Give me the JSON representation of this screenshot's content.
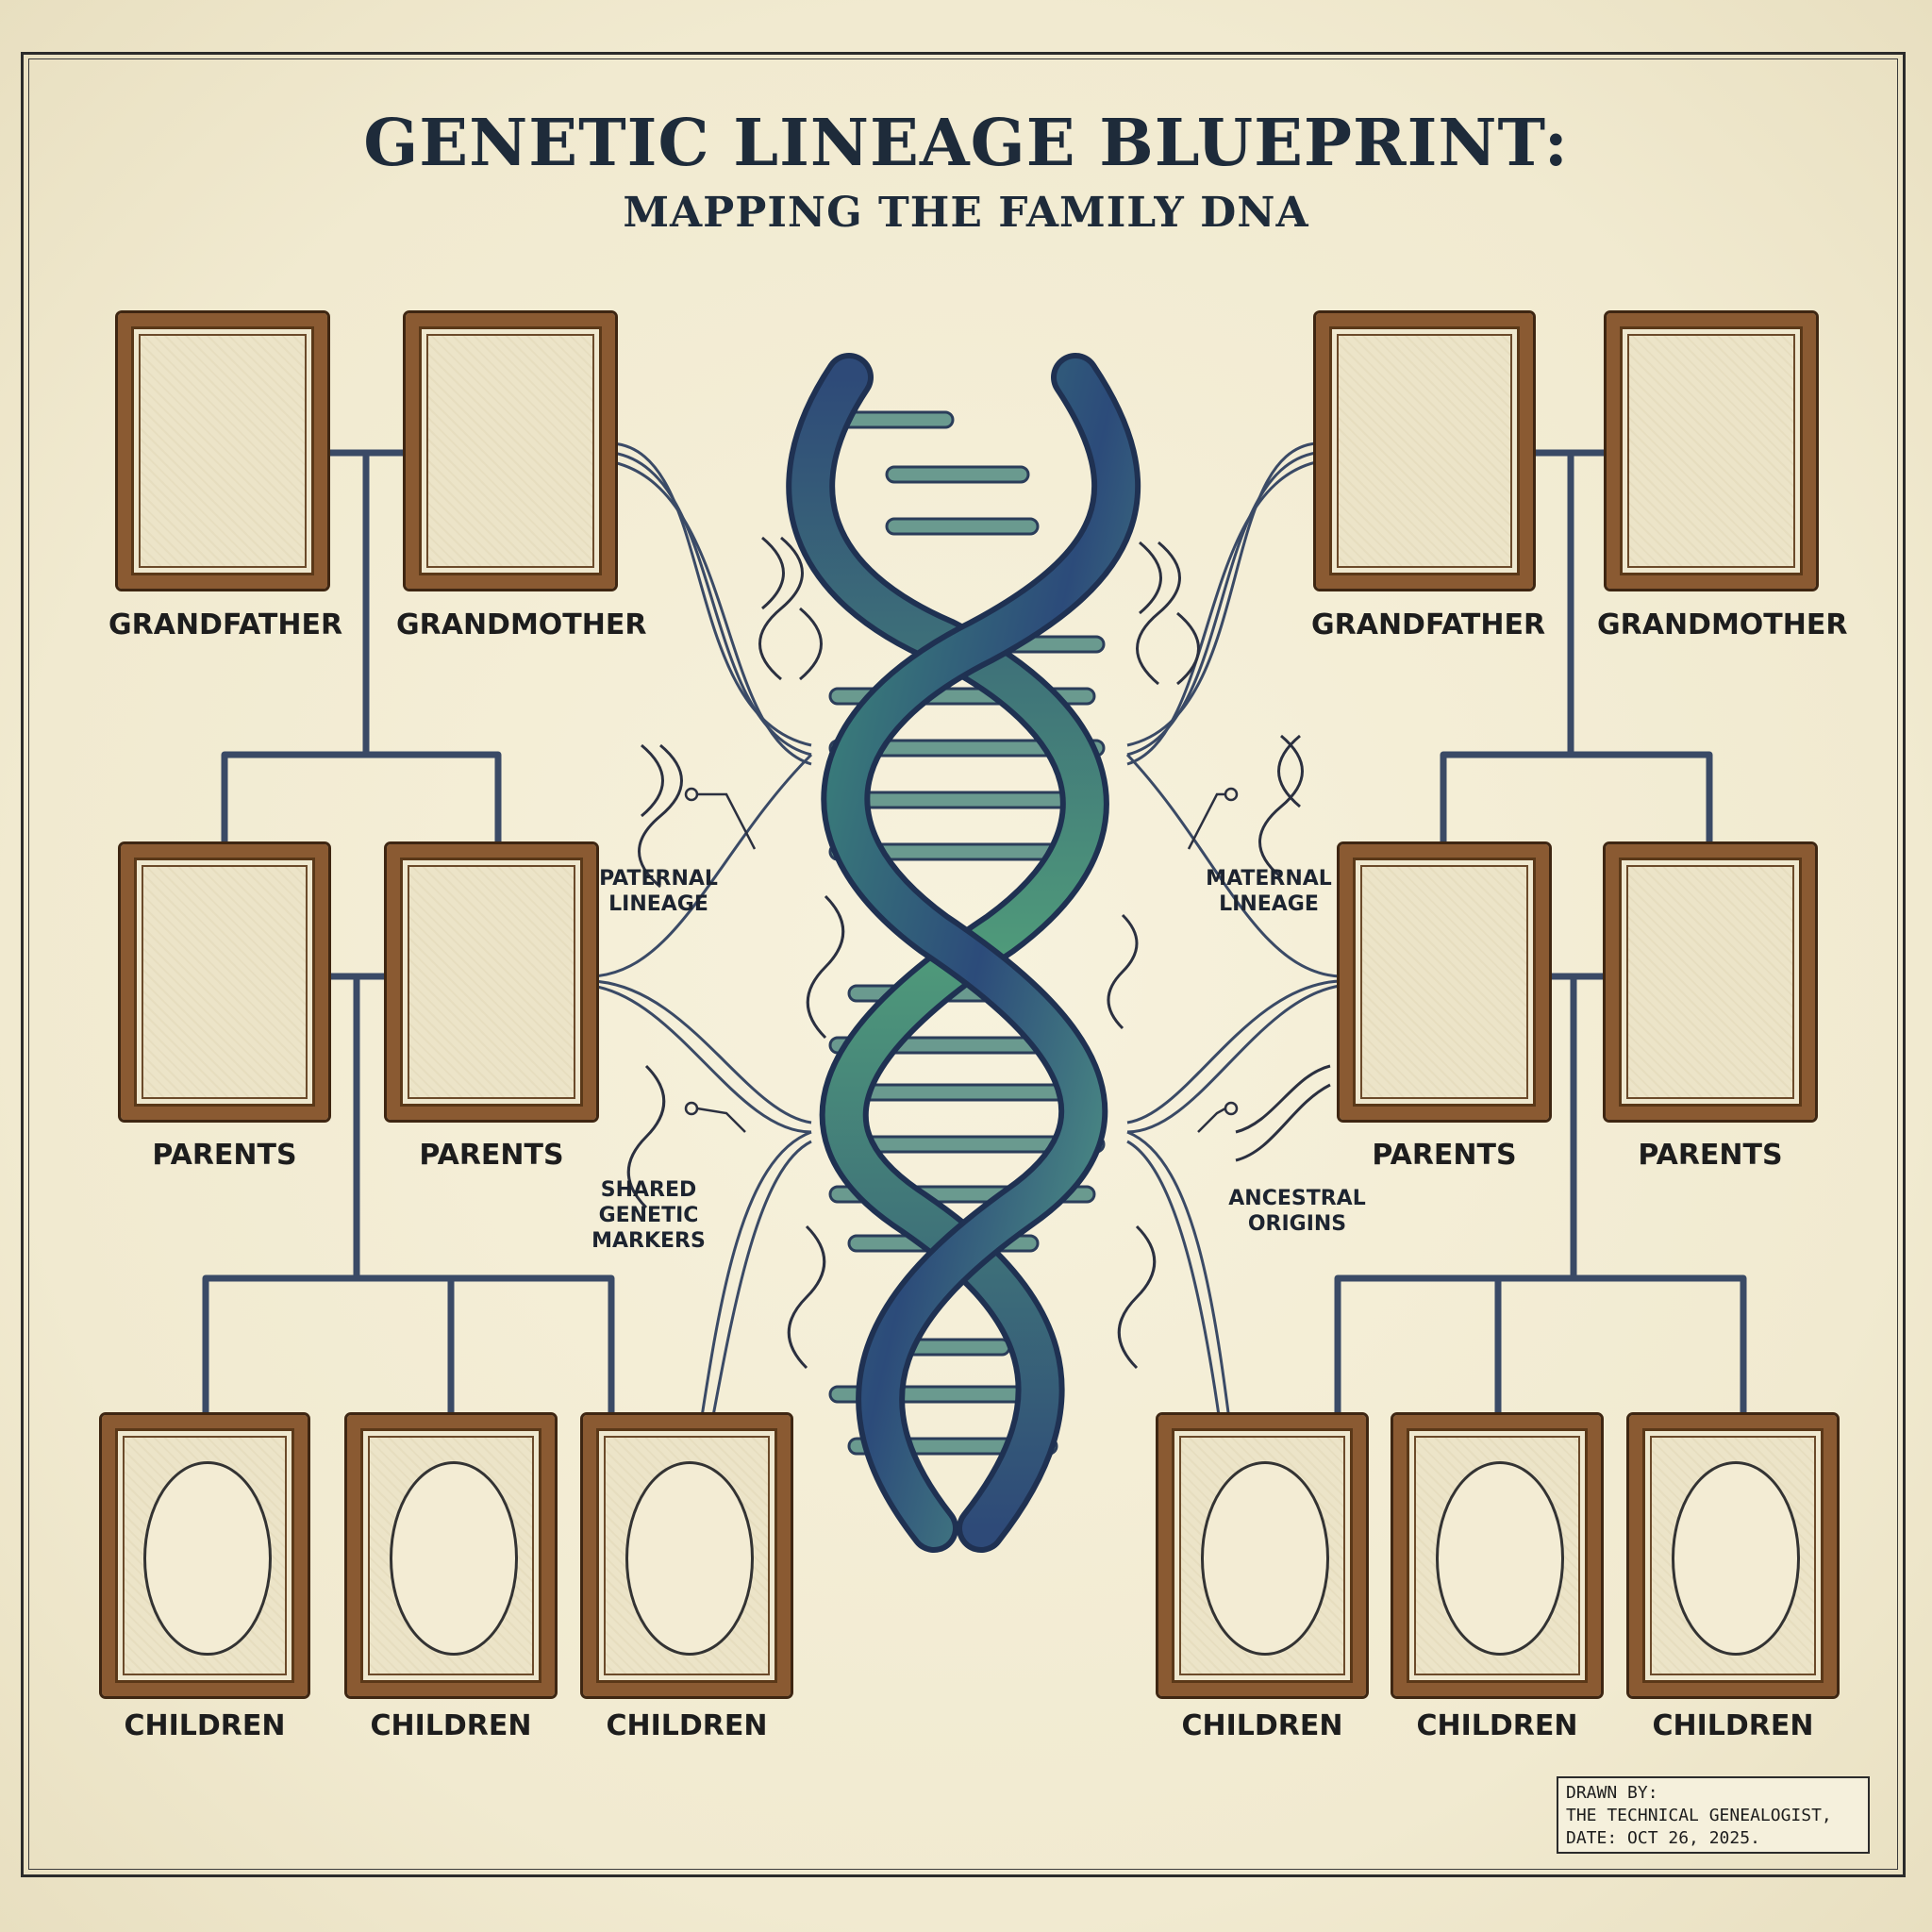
{
  "title": "GENETIC LINEAGE BLUEPRINT:",
  "subtitle": "MAPPING THE FAMILY DNA",
  "left_family": {
    "grandparents": [
      "GRANDFATHER",
      "GRANDMOTHER"
    ],
    "parents": [
      "PARENTS",
      "PARENTS"
    ],
    "children": [
      "CHILDREN",
      "CHILDREN",
      "CHILDREN"
    ]
  },
  "right_family": {
    "grandparents": [
      "GRANDFATHER",
      "GRANDMOTHER"
    ],
    "parents": [
      "PARENTS",
      "PARENTS"
    ],
    "children": [
      "CHILDREN",
      "CHILDREN",
      "CHILDREN"
    ]
  },
  "annotations": {
    "paternal": [
      "PATERNAL",
      "LINEAGE"
    ],
    "maternal": [
      "MATERNAL",
      "LINEAGE"
    ],
    "shared": [
      "SHARED",
      "GENETIC",
      "MARKERS"
    ],
    "ancestral": [
      "ANCESTRAL",
      "ORIGINS"
    ]
  },
  "credit": {
    "line1": "DRAWN BY:",
    "line2": "THE TECHNICAL GENEALOGIST,",
    "line3": "DATE: OCT 26, 2025."
  },
  "colors": {
    "frame_wood": "#8a5a32",
    "line_navy": "#3a4a66",
    "helix_blue": "#2e4a78",
    "helix_green": "#4f9a7a",
    "paper": "#f4efd9"
  }
}
